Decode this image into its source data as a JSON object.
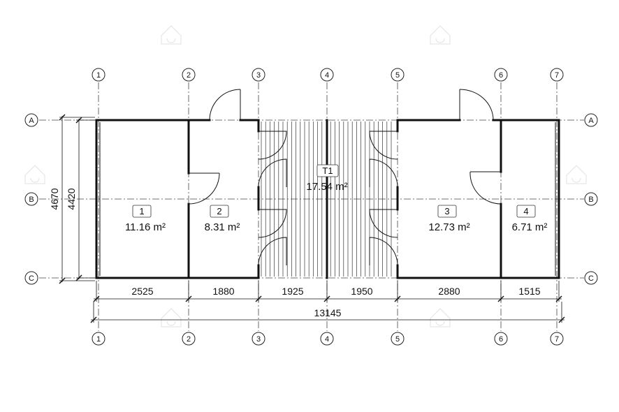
{
  "grid_columns": [
    "1",
    "2",
    "3",
    "4",
    "5",
    "6",
    "7"
  ],
  "grid_rows": [
    "A",
    "B",
    "C"
  ],
  "rooms": [
    {
      "num": "1",
      "area": "11.16 m²"
    },
    {
      "num": "2",
      "area": "8.31 m²"
    },
    {
      "num": "T1",
      "area": "17.54 m²"
    },
    {
      "num": "3",
      "area": "12.73 m²"
    },
    {
      "num": "4",
      "area": "6.71 m²"
    }
  ],
  "dimensions": {
    "spans": [
      "2525",
      "1880",
      "1925",
      "1950",
      "2880",
      "1515"
    ],
    "total": "13145",
    "depth_outer": "4670",
    "depth_inner": "4420"
  }
}
